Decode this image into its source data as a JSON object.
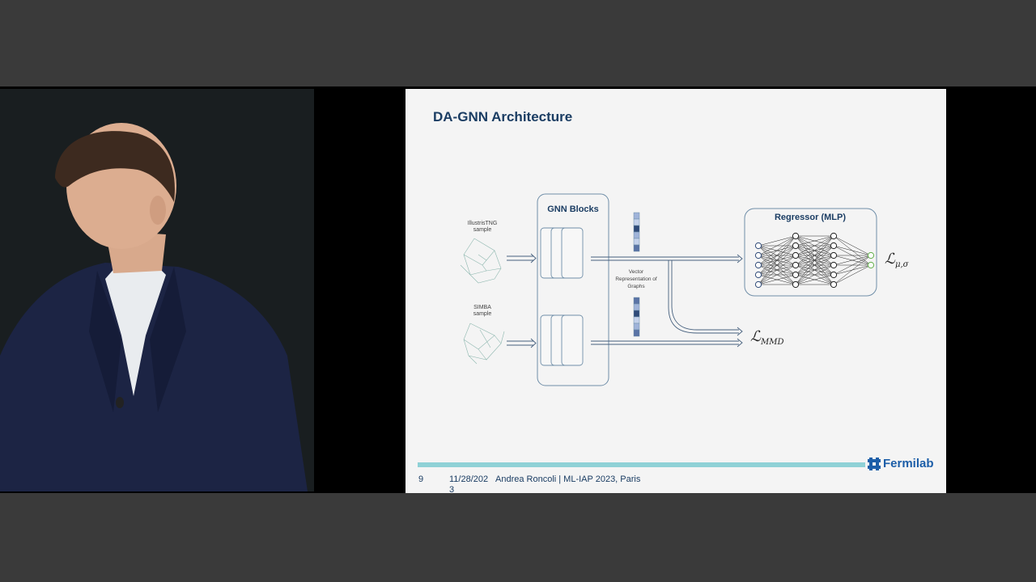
{
  "slide": {
    "title": "DA-GNN Architecture",
    "diagram": {
      "sample1": [
        "IllustrisTNG",
        "sample"
      ],
      "sample2": [
        "SIMBA",
        "sample"
      ],
      "gnn_label": "GNN Blocks",
      "vector_label": [
        "Vector",
        "Representation of",
        "Graphs"
      ],
      "regressor_label": "Regressor (MLP)",
      "loss_top": "ℒ",
      "loss_top_sub": "μ,σ",
      "loss_bottom": "ℒ",
      "loss_bottom_sub": "MMD"
    },
    "footer": {
      "page_number": "9",
      "date": "11/28/2023",
      "author_event": "Andrea Roncoli | ML-IAP 2023, Paris",
      "logo_text": "Fermilab"
    }
  },
  "colors": {
    "title": "#1b3d63",
    "footer_bar": "#8fd1d6",
    "logo": "#1c5ea8",
    "vector_dark": "#2f4a78",
    "vector_light": "#9fb3d9",
    "output_node": "#62b04a"
  }
}
